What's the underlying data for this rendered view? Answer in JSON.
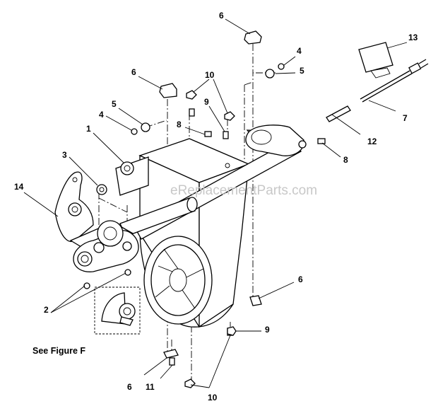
{
  "watermark": "eReplacementParts.com",
  "figure_reference": "See Figure F",
  "callouts": {
    "c1": "1",
    "c2": "2",
    "c3": "3",
    "c4a": "4",
    "c4b": "4",
    "c5a": "5",
    "c5b": "5",
    "c6a": "6",
    "c6b": "6",
    "c6c": "6",
    "c6d": "6",
    "c7": "7",
    "c8a": "8",
    "c8b": "8",
    "c9a": "9",
    "c9b": "9",
    "c10a": "10",
    "c10b": "10",
    "c11": "11",
    "c12": "12",
    "c13": "13",
    "c14": "14"
  }
}
